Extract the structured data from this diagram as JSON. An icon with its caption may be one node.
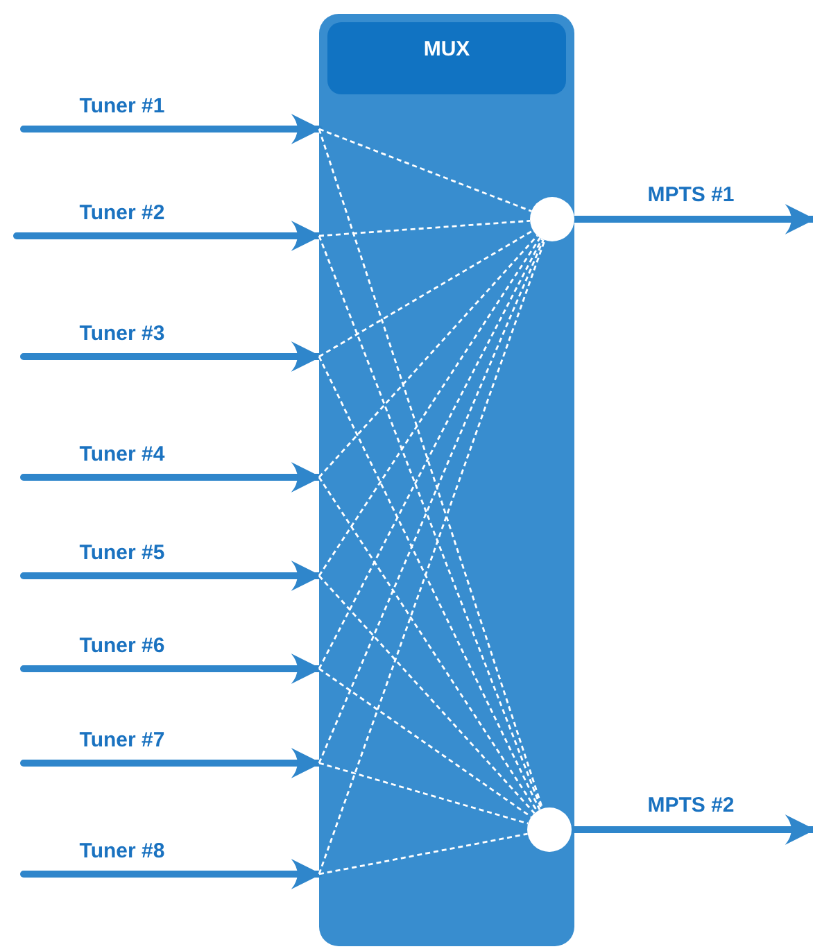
{
  "diagram": {
    "nodes": [
      {
        "text": [
          "MUX"
        ]
      },
      {
        "text": [],
        "shape": "circle",
        "in": 0
      },
      {
        "text": [],
        "shape": "circle",
        "in": 0
      }
    ],
    "edges": [
      {
        "from": null,
        "to": 0,
        "arrow": "to",
        "label": "Tuner #1",
        "style": "thick",
        "color": "#2f86cb"
      },
      {
        "from": null,
        "to": 0,
        "arrow": "to",
        "label": "Tuner #2",
        "style": "thick",
        "color": "#2f86cb"
      },
      {
        "from": null,
        "to": 0,
        "arrow": "to",
        "label": "Tuner #3",
        "style": "thick",
        "color": "#2f86cb"
      },
      {
        "from": null,
        "to": 0,
        "arrow": "to",
        "label": "Tuner #4",
        "style": "thick",
        "color": "#2f86cb"
      },
      {
        "from": null,
        "to": 0,
        "arrow": "to",
        "label": "Tuner #5",
        "style": "thick",
        "color": "#2f86cb"
      },
      {
        "from": null,
        "to": 0,
        "arrow": "to",
        "label": "Tuner #6",
        "style": "thick",
        "color": "#2f86cb"
      },
      {
        "from": null,
        "to": 0,
        "arrow": "to",
        "label": "Tuner #7",
        "style": "thick",
        "color": "#2f86cb"
      },
      {
        "from": null,
        "to": 0,
        "arrow": "to",
        "label": "Tuner #8",
        "style": "thick",
        "color": "#2f86cb"
      },
      {
        "from": 0,
        "to": 1,
        "arrow": "none",
        "style": "dashed"
      },
      {
        "from": 0,
        "to": 1,
        "arrow": "none",
        "style": "dashed"
      },
      {
        "from": 0,
        "to": 1,
        "arrow": "none",
        "style": "dashed"
      },
      {
        "from": 0,
        "to": 1,
        "arrow": "none",
        "style": "dashed"
      },
      {
        "from": 0,
        "to": 1,
        "arrow": "none",
        "style": "dashed"
      },
      {
        "from": 0,
        "to": 1,
        "arrow": "none",
        "style": "dashed"
      },
      {
        "from": 0,
        "to": 1,
        "arrow": "none",
        "style": "dashed"
      },
      {
        "from": 0,
        "to": 1,
        "arrow": "none",
        "style": "dashed"
      },
      {
        "from": 0,
        "to": 2,
        "arrow": "none",
        "style": "dashed"
      },
      {
        "from": 0,
        "to": 2,
        "arrow": "none",
        "style": "dashed"
      },
      {
        "from": 0,
        "to": 2,
        "arrow": "none",
        "style": "dashed"
      },
      {
        "from": 0,
        "to": 2,
        "arrow": "none",
        "style": "dashed"
      },
      {
        "from": 0,
        "to": 2,
        "arrow": "none",
        "style": "dashed"
      },
      {
        "from": 0,
        "to": 2,
        "arrow": "none",
        "style": "dashed"
      },
      {
        "from": 0,
        "to": 2,
        "arrow": "none",
        "style": "dashed"
      },
      {
        "from": 0,
        "to": 2,
        "arrow": "none",
        "style": "dashed"
      },
      {
        "from": 1,
        "to": null,
        "arrow": "to",
        "label": "MPTS #1",
        "style": "thick",
        "color": "#2f86cb"
      },
      {
        "from": 2,
        "to": null,
        "arrow": "to",
        "label": "MPTS #2",
        "style": "thick",
        "color": "#2f86cb"
      }
    ]
  }
}
